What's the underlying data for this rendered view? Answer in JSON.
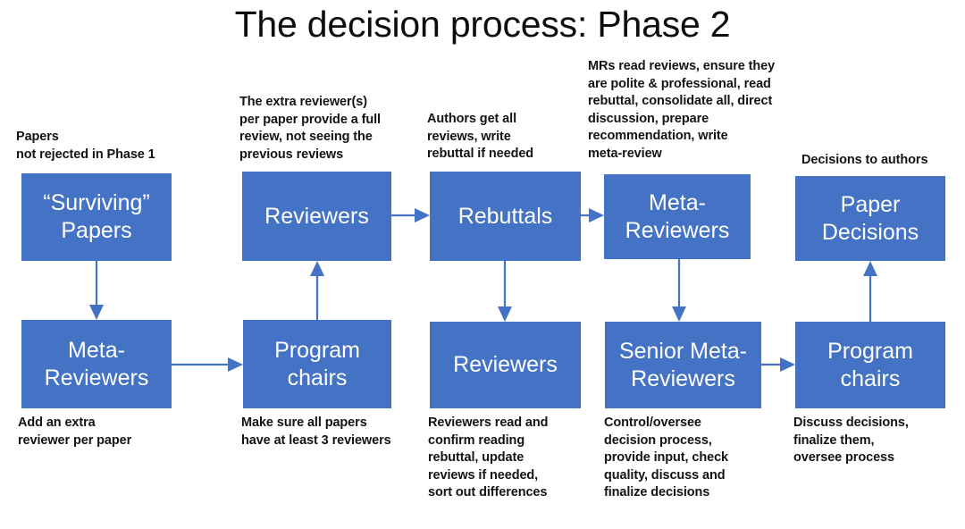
{
  "title": "The decision process: Phase 2",
  "colors": {
    "node_fill": "#4472C4",
    "node_text": "#FFFFFF",
    "connector": "#4472C4",
    "caption_text": "#141414",
    "title_text": "#0D0D0D",
    "background": "#FFFFFF"
  },
  "nodes": {
    "surviving_papers": {
      "line1": "“Surviving”",
      "line2": "Papers"
    },
    "reviewers_top": {
      "line1": "Reviewers",
      "line2": ""
    },
    "rebuttals": {
      "line1": "Rebuttals",
      "line2": ""
    },
    "meta_reviewers_top": {
      "line1": "Meta-",
      "line2": "Reviewers"
    },
    "paper_decisions": {
      "line1": "Paper",
      "line2": "Decisions"
    },
    "meta_reviewers_bottom": {
      "line1": "Meta-",
      "line2": "Reviewers"
    },
    "program_chairs_left": {
      "line1": "Program",
      "line2": "chairs"
    },
    "reviewers_bottom": {
      "line1": "Reviewers",
      "line2": ""
    },
    "senior_meta_reviewers": {
      "line1": "Senior Meta-",
      "line2": "Reviewers"
    },
    "program_chairs_right": {
      "line1": "Program",
      "line2": "chairs"
    }
  },
  "captions": {
    "papers_not_rejected": "Papers\nnot rejected in Phase 1",
    "extra_reviewers": "The extra reviewer(s)\nper paper provide a full\nreview, not seeing the\nprevious reviews",
    "authors_get_all": "Authors get all\nreviews, write\nrebuttal if needed",
    "mrs_read_reviews": "MRs read reviews, ensure they\nare polite & professional, read\nrebuttal, consolidate all, direct\ndiscussion, prepare\nrecommendation, write\nmeta-review",
    "decisions_to_authors": "Decisions to authors",
    "add_an_extra": "Add an extra\nreviewer per paper",
    "make_sure_all": "Make sure all papers\nhave at least 3 reviewers",
    "reviewers_read": "Reviewers read and\nconfirm reading\nrebuttal, update\nreviews if needed,\nsort out differences",
    "control_oversee": "Control/oversee\ndecision process,\nprovide input, check\nquality, discuss and\nfinalize decisions",
    "discuss_decisions": "Discuss decisions,\nfinalize them,\noversee process"
  },
  "connectors": [
    {
      "name": "surviving-papers-to-meta-reviewers",
      "direction": "down"
    },
    {
      "name": "meta-reviewers-to-program-chairs",
      "direction": "right"
    },
    {
      "name": "program-chairs-to-reviewers",
      "direction": "up"
    },
    {
      "name": "reviewers-to-rebuttals",
      "direction": "right"
    },
    {
      "name": "rebuttals-to-reviewers-bottom",
      "direction": "down"
    },
    {
      "name": "rebuttals-to-meta-reviewers",
      "direction": "right"
    },
    {
      "name": "meta-reviewers-to-senior-meta-reviewers",
      "direction": "down"
    },
    {
      "name": "senior-meta-reviewers-to-program-chairs",
      "direction": "right"
    },
    {
      "name": "program-chairs-to-paper-decisions",
      "direction": "up"
    }
  ]
}
